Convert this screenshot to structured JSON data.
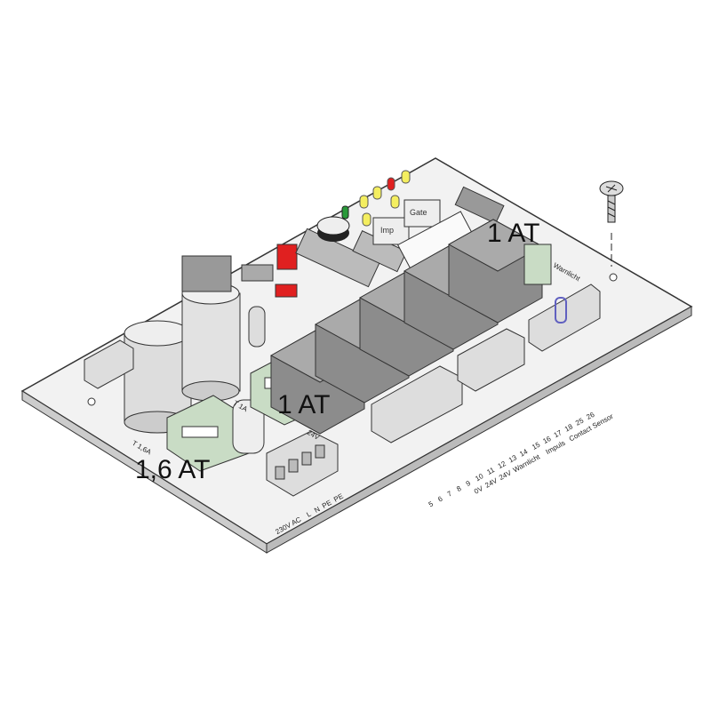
{
  "fuse_labels": {
    "relay_fuse": "1 AT",
    "warnlight_fuse": "1 AT",
    "main_fuse": "1,6 AT"
  },
  "printed_labels": {
    "main_fuse_rating": "T 1,6A",
    "relay_fuse_rating": "T 1A",
    "transformer_output": "24V",
    "power_input": "230V AC",
    "power_terminals": [
      "L",
      "N",
      "PE",
      "PE"
    ],
    "warnlight": "Warnlicht",
    "button_imp": "Imp",
    "button_gate": "Gate",
    "terminal_numbers": [
      "5",
      "6",
      "7",
      "8",
      "9",
      "10",
      "11",
      "12",
      "13",
      "14",
      "15",
      "16",
      "17",
      "18",
      "25",
      "26"
    ],
    "terminal_text": [
      "0V",
      "24V",
      "24V",
      "Warnlicht",
      "Impuls",
      "Contact",
      "Sensor"
    ]
  },
  "colors": {
    "board": "#f2f2f2",
    "relay": "#8c8c8c",
    "led_red": "#e02020",
    "led_yellow": "#f4ee60",
    "led_green": "#2a9a3a",
    "fuse_holder": "#c9dcc5"
  }
}
